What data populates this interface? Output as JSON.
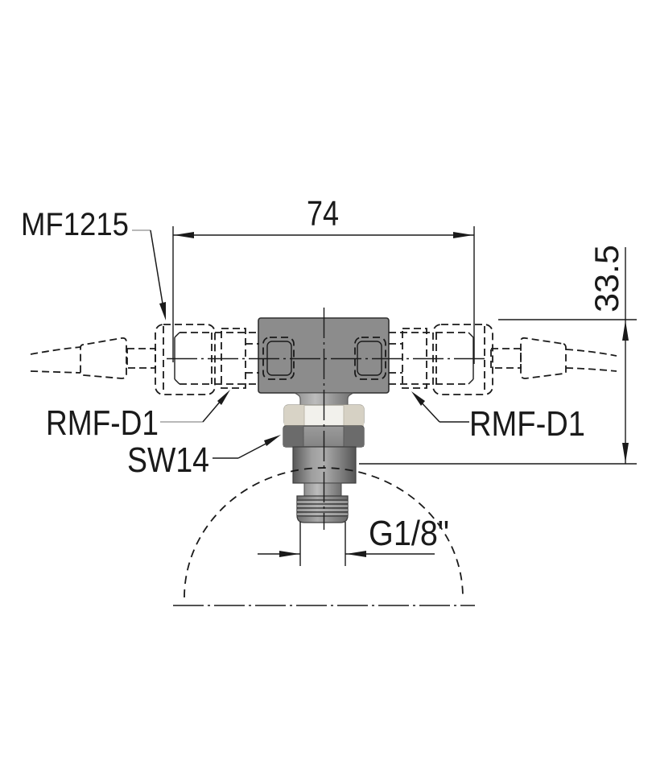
{
  "drawing": {
    "part_labels": {
      "connector": "MF1215",
      "left_fitting": "RMF-D1",
      "right_fitting": "RMF-D1",
      "wrench_size": "SW14",
      "thread_size": "G1/8\""
    },
    "dimensions": {
      "overall_width": "74",
      "overall_height": "33.5"
    },
    "colors": {
      "body_gray": "#8c8c8c",
      "nut_light": "#f2f1ec",
      "nut_light_facet": "#d8d3c6",
      "nut_dark": "#8e8e8e",
      "nut_dark_facet": "#6b6b6b",
      "line_black": "#1a1a1a",
      "background": "#ffffff"
    }
  }
}
